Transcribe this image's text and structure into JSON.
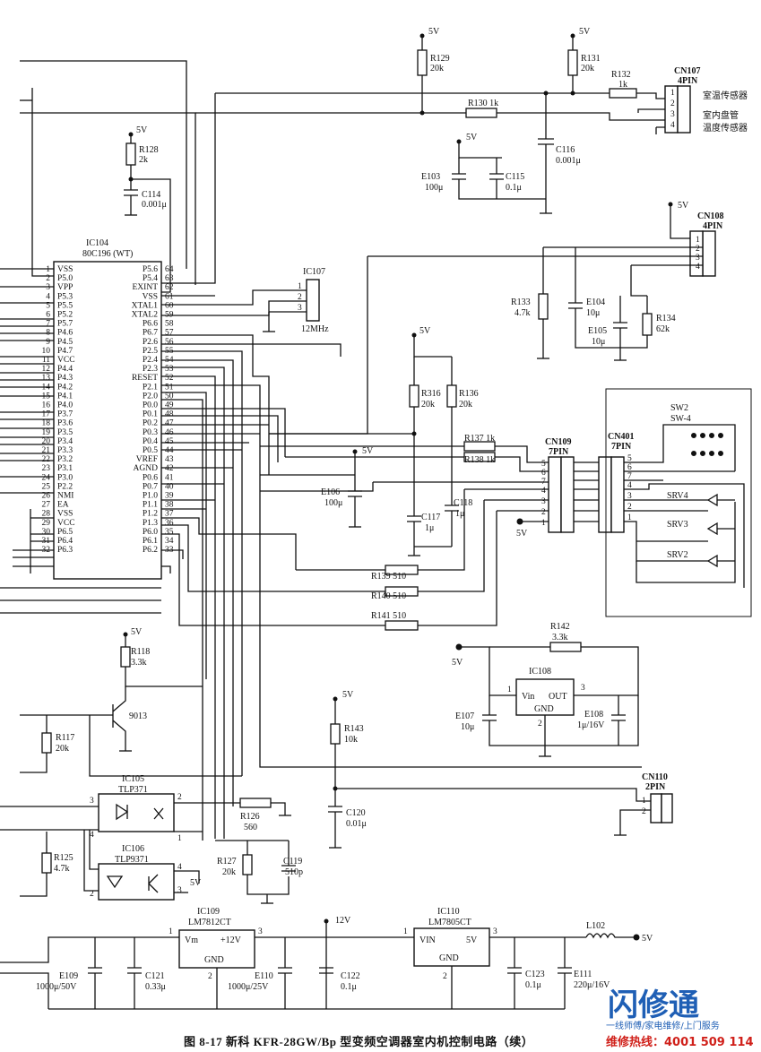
{
  "caption": "图 8-17   新科 KFR-28GW/Bp 型变频空调器室内机控制电路（续）",
  "watermark": {
    "brand": "闪修通",
    "sub": "一线师傅/家电维修/上门服务",
    "hotline": "维修热线：4001 509 114",
    "color": "#1f5fb5",
    "hot_color": "#d0201a"
  },
  "mcu": {
    "ref": "IC104",
    "part": "80C196 (WT)",
    "left_pins": [
      {
        "n": "1",
        "name": "VSS"
      },
      {
        "n": "2",
        "name": "P5.0"
      },
      {
        "n": "3",
        "name": "VPP"
      },
      {
        "n": "4",
        "name": "P5.3"
      },
      {
        "n": "5",
        "name": "P5.5"
      },
      {
        "n": "6",
        "name": "P5.2"
      },
      {
        "n": "7",
        "name": "P5.7"
      },
      {
        "n": "8",
        "name": "P4.6"
      },
      {
        "n": "9",
        "name": "P4.5"
      },
      {
        "n": "10",
        "name": "P4.7"
      },
      {
        "n": "11",
        "name": "VCC"
      },
      {
        "n": "12",
        "name": "P4.4"
      },
      {
        "n": "13",
        "name": "P4.3"
      },
      {
        "n": "14",
        "name": "P4.2"
      },
      {
        "n": "15",
        "name": "P4.1"
      },
      {
        "n": "16",
        "name": "P4.0"
      },
      {
        "n": "17",
        "name": "P3.7"
      },
      {
        "n": "18",
        "name": "P3.6"
      },
      {
        "n": "19",
        "name": "P3.5"
      },
      {
        "n": "20",
        "name": "P3.4"
      },
      {
        "n": "21",
        "name": "P3.3"
      },
      {
        "n": "22",
        "name": "P3.2"
      },
      {
        "n": "23",
        "name": "P3.1"
      },
      {
        "n": "24",
        "name": "P3.0"
      },
      {
        "n": "25",
        "name": "P2.2"
      },
      {
        "n": "26",
        "name": "NMI"
      },
      {
        "n": "27",
        "name": "EA"
      },
      {
        "n": "28",
        "name": "VSS"
      },
      {
        "n": "29",
        "name": "VCC"
      },
      {
        "n": "30",
        "name": "P6.5"
      },
      {
        "n": "31",
        "name": "P6.4"
      },
      {
        "n": "32",
        "name": "P6.3"
      }
    ],
    "right_pins": [
      {
        "n": "64",
        "name": "P5.6"
      },
      {
        "n": "63",
        "name": "P5.4"
      },
      {
        "n": "62",
        "name": "EXINT"
      },
      {
        "n": "61",
        "name": "VSS"
      },
      {
        "n": "60",
        "name": "XTAL1"
      },
      {
        "n": "59",
        "name": "XTAL2"
      },
      {
        "n": "58",
        "name": "P6.6"
      },
      {
        "n": "57",
        "name": "P6.7"
      },
      {
        "n": "56",
        "name": "P2.6"
      },
      {
        "n": "55",
        "name": "P2.5"
      },
      {
        "n": "54",
        "name": "P2.4"
      },
      {
        "n": "53",
        "name": "P2.3"
      },
      {
        "n": "52",
        "name": "RESET"
      },
      {
        "n": "51",
        "name": "P2.1"
      },
      {
        "n": "50",
        "name": "P2.0"
      },
      {
        "n": "49",
        "name": "P0.0"
      },
      {
        "n": "48",
        "name": "P0.1"
      },
      {
        "n": "47",
        "name": "P0.2"
      },
      {
        "n": "46",
        "name": "P0.3"
      },
      {
        "n": "45",
        "name": "P0.4"
      },
      {
        "n": "44",
        "name": "P0.5"
      },
      {
        "n": "43",
        "name": "VREF"
      },
      {
        "n": "42",
        "name": "AGND"
      },
      {
        "n": "41",
        "name": "P0.6"
      },
      {
        "n": "40",
        "name": "P0.7"
      },
      {
        "n": "39",
        "name": "P1.0"
      },
      {
        "n": "38",
        "name": "P1.1"
      },
      {
        "n": "37",
        "name": "P1.2"
      },
      {
        "n": "36",
        "name": "P1.3"
      },
      {
        "n": "35",
        "name": "P6.0"
      },
      {
        "n": "34",
        "name": "P6.1"
      },
      {
        "n": "33",
        "name": "P6.2"
      }
    ]
  },
  "labels": {
    "v5": "5V",
    "v12": "12V",
    "r129": "R129",
    "r129v": "20k",
    "r131": "R131",
    "r131v": "20k",
    "r132": "R132",
    "r132v": "1k",
    "r130": "R130 1k",
    "cn107": "CN107",
    "cn107p": "4PIN",
    "room_sensor": "室温传感器",
    "pipe_sensor1": "室内盘管",
    "pipe_sensor2": "温度传感器",
    "r128": "R128",
    "r128v": "2k",
    "c114": "C114",
    "c114v": "0.001μ",
    "e103": "E103",
    "e103v": "100μ",
    "c115": "C115",
    "c115v": "0.1μ",
    "c116": "C116",
    "c116v": "0.001μ",
    "cn108": "CN108",
    "cn108p": "4PIN",
    "ic107": "IC107",
    "ic107v": "12MHz",
    "r133": "R133",
    "r133v": "4.7k",
    "e104": "E104",
    "e104v": "10μ",
    "e105": "E105",
    "e105v": "10μ",
    "r134": "R134",
    "r134v": "62k",
    "r316": "R316",
    "r316v": "20k",
    "r136": "R136",
    "r136v": "20k",
    "r137": "R137 1k",
    "r138": "R138 1k",
    "cn109": "CN109",
    "cn109p": "7PIN",
    "cn401": "CN401",
    "cn401p": "7PIN",
    "sw2": "SW2",
    "sw4": "SW-4",
    "srv4": "SRV4",
    "srv3": "SRV3",
    "srv2": "SRV2",
    "e106": "E106",
    "e106v": "100μ",
    "c117": "C117",
    "c117v": "1μ",
    "c118": "C118",
    "c118v": "1μ",
    "r139": "R139  510",
    "r140": "R140  510",
    "r141": "R141  510",
    "r142": "R142",
    "r142v": "3.3k",
    "ic108": "IC108",
    "vin": "Vin",
    "out": "OUT",
    "gnd": "GND",
    "e107": "E107",
    "e107v": "10μ",
    "e108": "E108",
    "e108v": "1μ/16V",
    "r118": "R118",
    "r118v": "3.3k",
    "q9013": "9013",
    "r117": "R117",
    "r117v": "20k",
    "r143": "R143",
    "r143v": "10k",
    "cn110": "CN110",
    "cn110p": "2PIN",
    "ic105": "IC105",
    "ic105p": "TLP371",
    "r126": "R126",
    "r126v": "560",
    "c120": "C120",
    "c120v": "0.01μ",
    "r125": "R125",
    "r125v": "4.7k",
    "ic106": "IC106",
    "ic106p": "TLP9371",
    "r127": "R127",
    "r127v": "20k",
    "c119": "C119",
    "c119v": "510p",
    "ic109": "IC109",
    "ic109p": "LM7812CT",
    "vm": "Vm",
    "p12v": "+12V",
    "ic110": "IC110",
    "ic110p": "LM7805CT",
    "vin2": "VIN",
    "p5v": "5V",
    "l102": "L102",
    "e109": "E109",
    "e109v": "1000μ/50V",
    "c121": "C121",
    "c121v": "0.33μ",
    "e110": "E110",
    "e110v": "1000μ/25V",
    "c122": "C122",
    "c122v": "0.1μ",
    "c123": "C123",
    "c123v": "0.1μ",
    "e111": "E111",
    "e111v": "220μ/16V"
  }
}
